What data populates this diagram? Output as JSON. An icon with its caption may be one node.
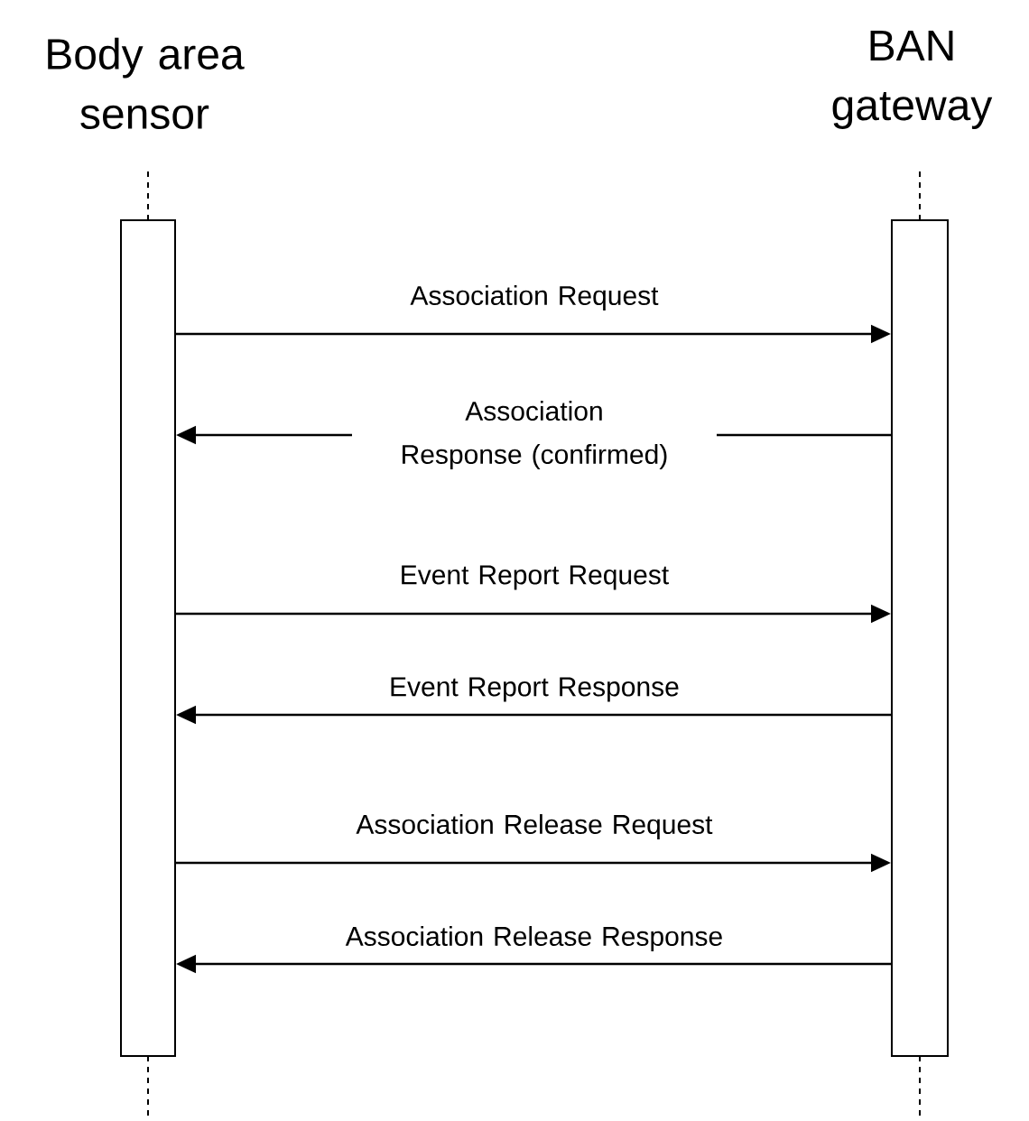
{
  "diagram": {
    "nodes": [
      {
        "text": [
          "Body area sensor"
        ]
      },
      {
        "text": [
          "BAN gateway"
        ]
      }
    ],
    "edges": [
      {
        "from": 0,
        "to": 1,
        "arrow": "to",
        "label": "Association Request"
      },
      {
        "from": 1,
        "to": 0,
        "arrow": "to",
        "label": "Association Response (confirmed)"
      },
      {
        "from": 0,
        "to": 1,
        "arrow": "to",
        "label": "Event Report Request"
      },
      {
        "from": 1,
        "to": 0,
        "arrow": "to",
        "label": "Event Report Response"
      },
      {
        "from": 0,
        "to": 1,
        "arrow": "to",
        "label": "Association Release Request"
      },
      {
        "from": 1,
        "to": 0,
        "arrow": "to",
        "label": "Association Release Response"
      }
    ]
  }
}
